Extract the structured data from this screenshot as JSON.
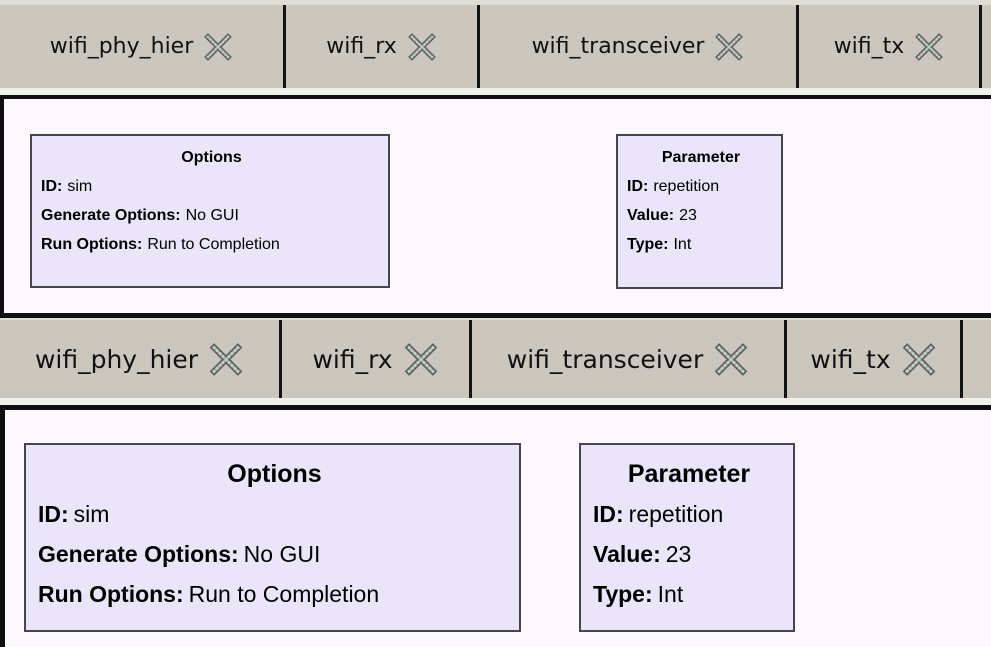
{
  "colors": {
    "tabbar-bg": "#cbc7bf",
    "tabbar-highlight": "#e0ddd6",
    "tabbar-lightstrip": "#f2f0ea",
    "divider": "#141414",
    "canvas-bg": "#fdf8fe",
    "canvas-border": "#0f0f0f",
    "block-bg": "#ebe5f9",
    "block-border": "#45454c",
    "close-icon-gray": "#9ba19c"
  },
  "tabs": [
    {
      "label": "wifi_phy_hier",
      "close_icon": "close-icon"
    },
    {
      "label": "wifi_rx",
      "close_icon": "close-icon"
    },
    {
      "label": "wifi_transceiver",
      "close_icon": "close-icon"
    },
    {
      "label": "wifi_tx",
      "close_icon": "close-icon"
    }
  ],
  "blocks": {
    "options": {
      "title": "Options",
      "params": [
        {
          "label": "ID:",
          "value": "sim"
        },
        {
          "label": "Generate Options:",
          "value": "No GUI"
        },
        {
          "label": "Run Options:",
          "value": "Run to Completion"
        }
      ]
    },
    "parameter": {
      "title": "Parameter",
      "params": [
        {
          "label": "ID:",
          "value": "repetition"
        },
        {
          "label": "Value:",
          "value": "23"
        },
        {
          "label": "Type:",
          "value": "Int"
        }
      ]
    }
  }
}
